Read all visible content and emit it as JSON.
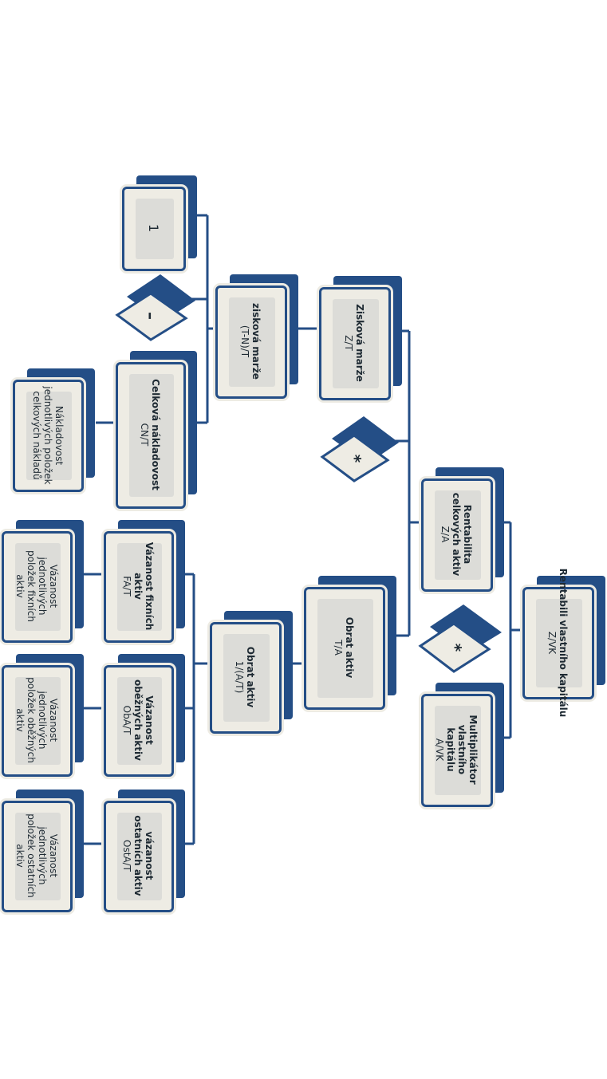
{
  "colors": {
    "primary": "#244e86",
    "box_fill": "#eeece4",
    "inner_fill": "#dcdcd8",
    "text": "#1e2a33"
  },
  "nodes": {
    "rentabilita_vk": {
      "title": "Rentabili vlastního kapitálu",
      "formula": "Z/VK"
    },
    "rentabilita_ca": {
      "title": "Rentabilita celkových aktiv",
      "formula": "Z/A"
    },
    "multiplikator": {
      "title": "Multiplikátor vlastního kapitálu",
      "formula": "A/VK"
    },
    "ziskova_marze": {
      "title": "Zisková marže",
      "formula": "Z/T"
    },
    "obrat_aktiv": {
      "title": "Obrat aktiv",
      "formula": "T/A"
    },
    "ziskova_marze_tn": {
      "title": "zisková marže",
      "formula": "(T-N)/T"
    },
    "obrat_aktiv_inv": {
      "title": "Obrat aktiv",
      "formula": "1/(A/T)"
    },
    "one": {
      "title": "1",
      "formula": ""
    },
    "celkova_nakladovost": {
      "title": "Celková nákladovost",
      "formula": "CN/T"
    },
    "nakladovost_polozek": {
      "title": "",
      "formula": "Nákladovost jednotlivých položek celkových nákladů"
    },
    "vazanost_fixnich": {
      "title": "Vázanost fixních aktiv",
      "formula": "FA/T"
    },
    "vazanost_obeznych": {
      "title": "Vázanost oběžných aktiv",
      "formula": "ObA/T"
    },
    "vazanost_ostatnich": {
      "title": "vázanost ostatních aktiv",
      "formula": "OstA/T"
    },
    "vazanost_pol_fixni": {
      "title": "",
      "formula": "Vázanost jednotlivých položek fixních aktiv"
    },
    "vazanost_pol_obezne": {
      "title": "",
      "formula": "Vázanost jednotlivých položek oběžných aktiv"
    },
    "vazanost_pol_ostatni": {
      "title": "",
      "formula": "Vázanost jednotlivých položek ostatních aktiv"
    }
  },
  "operators": {
    "multiply_top": "*",
    "multiply_mid": "*",
    "minus": "–"
  }
}
